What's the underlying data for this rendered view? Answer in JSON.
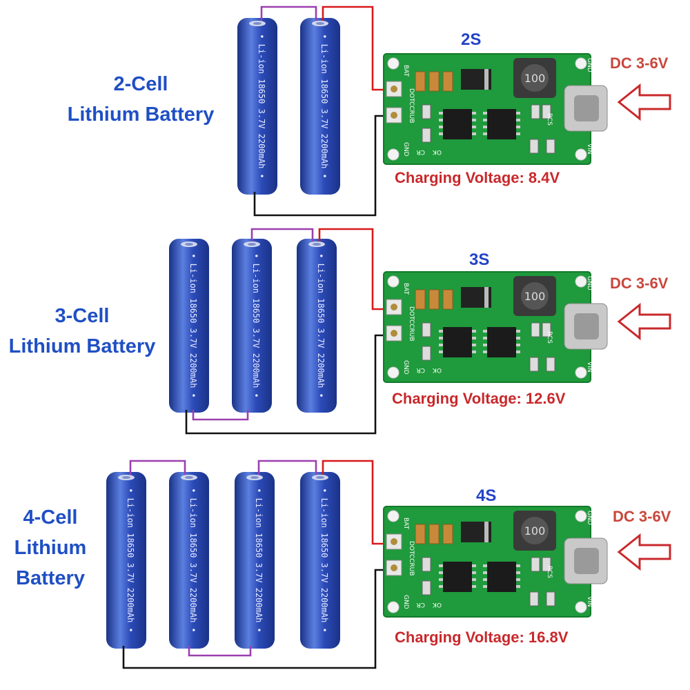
{
  "colors": {
    "battery_body": "#2c4bb8",
    "battery_shade": "#1a3287",
    "battery_highlight": "#5b7fe0",
    "pcb_green": "#1f9a3c",
    "wire_red": "#d7191c",
    "wire_purple": "#9b3fb0",
    "wire_black": "#111111",
    "arrow_red": "#c9282b",
    "label_blue": "#1f4fc4"
  },
  "battery_print": "• Li-ion 18650 3.7V 2200mAh •",
  "board_text": {
    "bat": "BAT",
    "gnd": "GND",
    "dotcc": "DOTCCRUB",
    "cr": "CR",
    "ok": "OK",
    "rcs": "RCS",
    "vin": "VIN",
    "inductor": "100"
  },
  "sections": [
    {
      "label_lines": [
        "2-Cell",
        "Lithium Battery"
      ],
      "cells": 2,
      "config": "2S",
      "dc_input": "DC 3-6V",
      "charging_voltage": "Charging Voltage: 8.4V"
    },
    {
      "label_lines": [
        "3-Cell",
        "Lithium Battery"
      ],
      "cells": 3,
      "config": "3S",
      "dc_input": "DC 3-6V",
      "charging_voltage": "Charging Voltage: 12.6V"
    },
    {
      "label_lines": [
        "4-Cell",
        "Lithium",
        "Battery"
      ],
      "cells": 4,
      "config": "4S",
      "dc_input": "DC 3-6V",
      "charging_voltage": "Charging Voltage: 16.8V"
    }
  ]
}
